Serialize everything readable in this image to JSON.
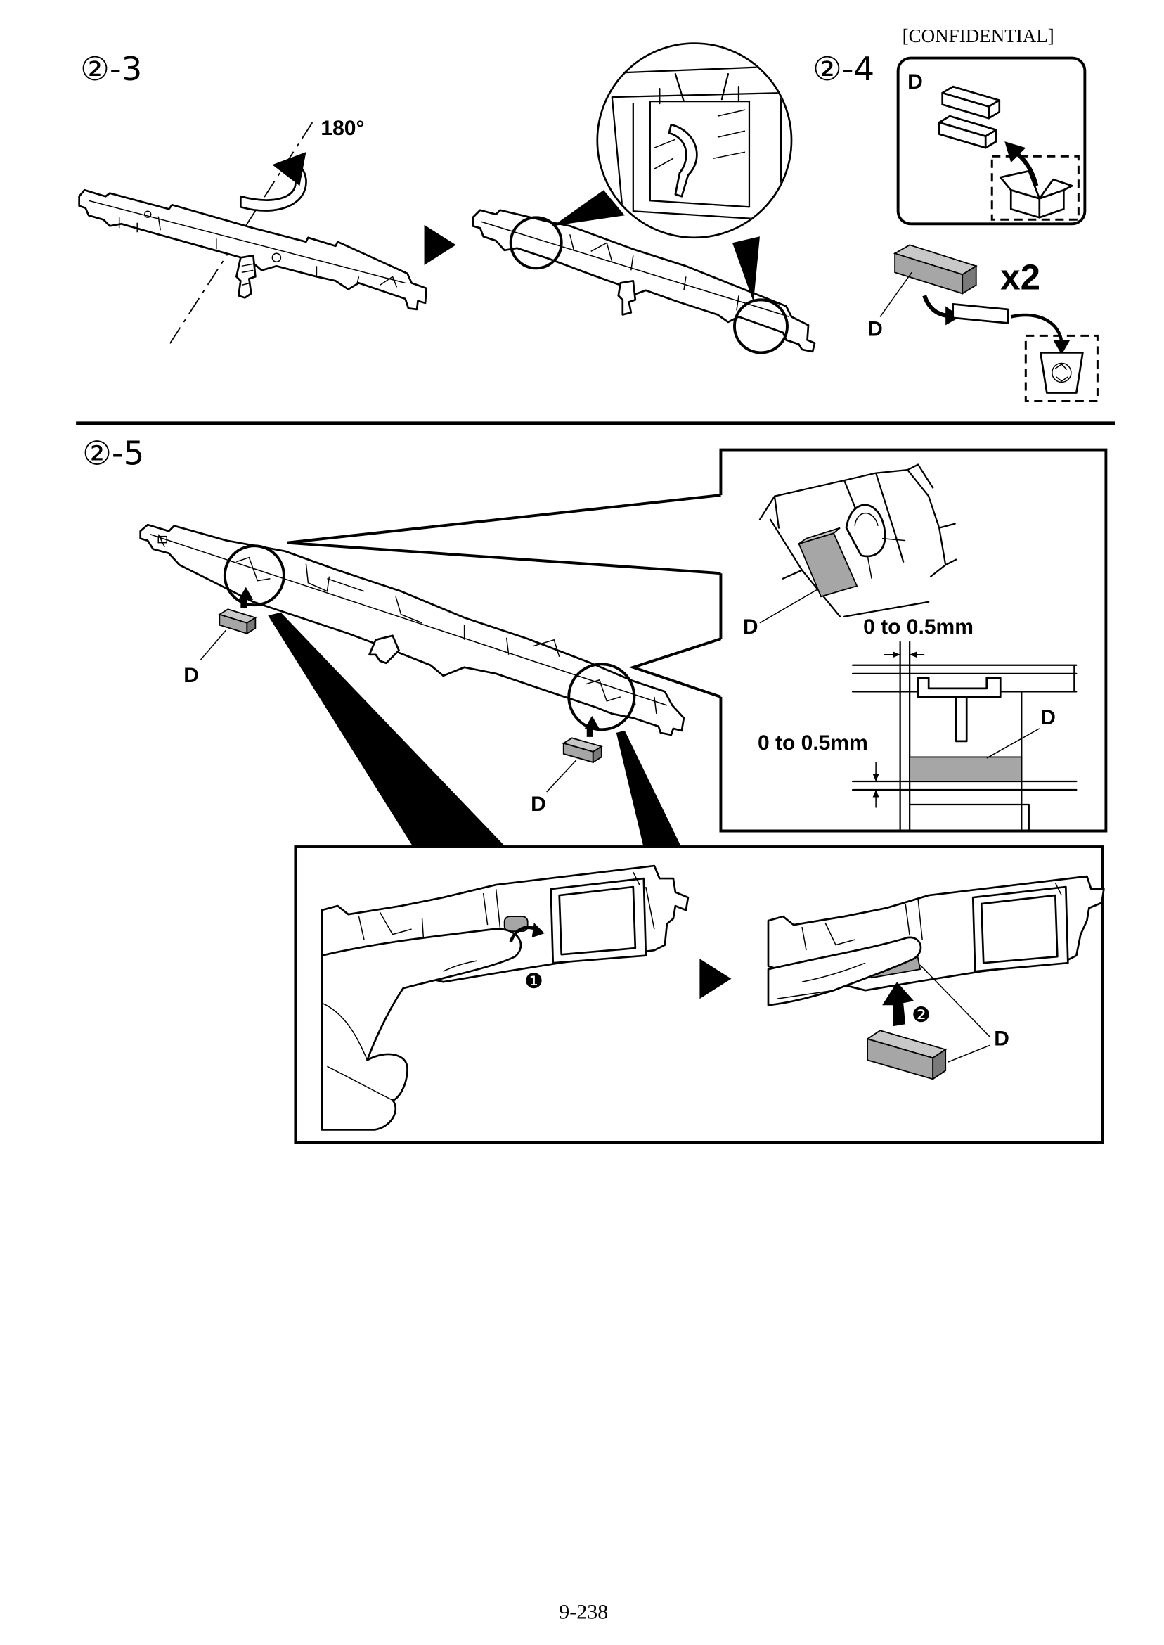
{
  "header": {
    "confidential": "[CONFIDENTIAL]"
  },
  "step_2_3": {
    "step_number": "②-3",
    "rotation": "180°"
  },
  "step_2_4": {
    "step_number": "②-4",
    "box_part_label": "D",
    "part_label": "D",
    "quantity": "x2"
  },
  "step_2_5": {
    "step_number": "②-5",
    "left_part_label": "D",
    "right_part_label": "D",
    "detail": {
      "part_label_top": "D",
      "gap_horizontal": "0 to 0.5mm",
      "part_label_section": "D",
      "gap_vertical": "0 to 0.5mm"
    },
    "procedure": {
      "step1_marker": "❶",
      "step2_marker": "❷",
      "part_label": "D"
    }
  },
  "footer": {
    "page_number": "9-238"
  },
  "colors": {
    "ink": "#000000",
    "part_fill": "#a6a6a6"
  }
}
